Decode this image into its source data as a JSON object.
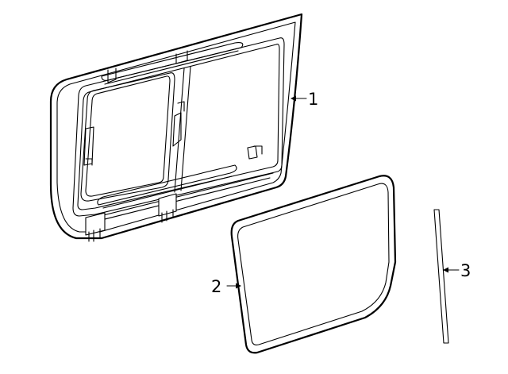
{
  "diagram": {
    "callouts": [
      {
        "id": "1",
        "label": "1"
      },
      {
        "id": "2",
        "label": "2"
      },
      {
        "id": "3",
        "label": "3"
      }
    ]
  }
}
